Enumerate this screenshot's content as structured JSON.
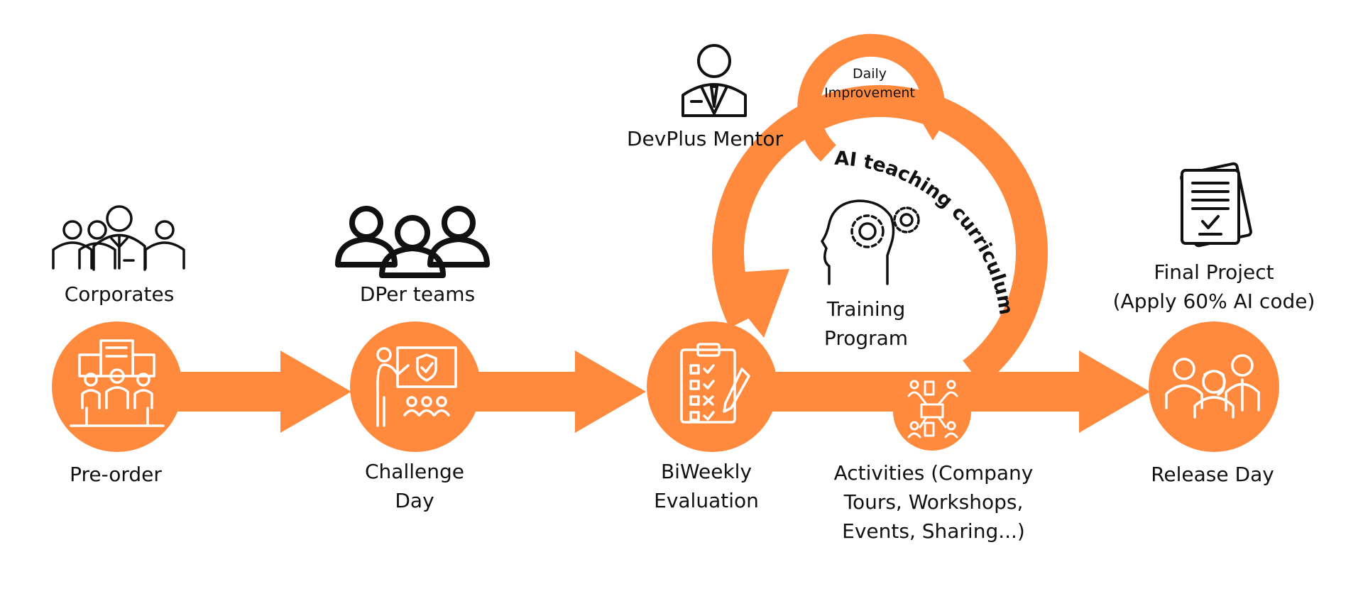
{
  "colors": {
    "accent": "#FF8A3D",
    "ink": "#111111",
    "white": "#FFFFFF"
  },
  "diagram": {
    "loop_label": "AI teaching curriculum",
    "daily": {
      "line1": "Daily",
      "line2": "Improvement"
    },
    "mentor_label": "DevPlus Mentor",
    "training": {
      "line1": "Training",
      "line2": "Program"
    },
    "corporates_label": "Corporates",
    "teams_label": "DPer teams",
    "final_project": {
      "line1": "Final Project",
      "line2": "(Apply 60% AI code)"
    },
    "stages": [
      {
        "line1": "Pre-order",
        "line2": "",
        "line3": "",
        "icon": "corporate-building-people-icon"
      },
      {
        "line1": "Challenge",
        "line2": "Day",
        "line3": "",
        "icon": "presenter-board-audience-icon"
      },
      {
        "line1": "BiWeekly",
        "line2": "Evaluation",
        "line3": "",
        "icon": "checklist-clipboard-icon"
      },
      {
        "line1": "Activities (Company",
        "line2": "Tours, Workshops,",
        "line3": "Events, Sharing...)",
        "icon": "network-people-icon"
      },
      {
        "line1": "Release Day",
        "line2": "",
        "line3": "",
        "icon": "team-people-icon"
      }
    ]
  }
}
